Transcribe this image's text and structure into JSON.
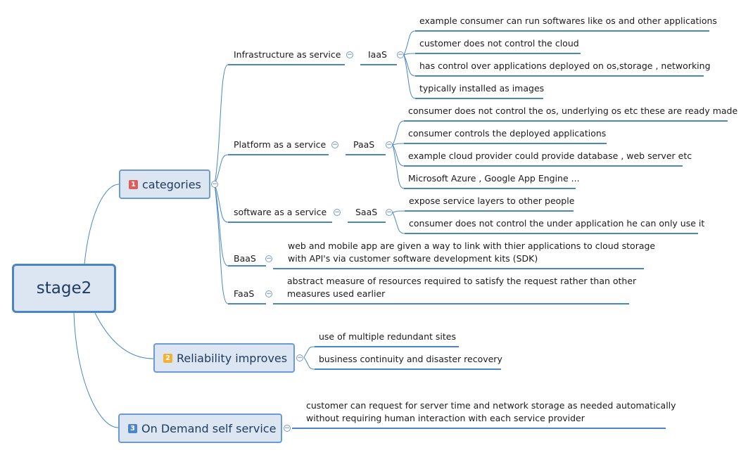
{
  "root": {
    "label": "stage2"
  },
  "colors": {
    "branch": "#4a86c5",
    "badge1": "#e15b5b",
    "badge2": "#f2b134",
    "badge3": "#4a86c5",
    "collapse": "⊖"
  },
  "topics": {
    "categories": {
      "badge": "1",
      "label": "categories",
      "iaas": {
        "label": "Infrastructure as service",
        "abbr": "IaaS",
        "items": [
          "example consumer can run softwares like os and other applications",
          "customer does not control the cloud",
          "has control over applications deployed on os,storage , networking",
          "typically installed as images"
        ]
      },
      "paas": {
        "label": "Platform as a service",
        "abbr": "PaaS",
        "items": [
          "consumer does not control the os, underlying os etc these are ready made",
          "consumer controls the deployed applications",
          "example cloud provider could provide database , web server etc",
          "Microsoft Azure , Google App Engine ..."
        ]
      },
      "saas": {
        "label": "software as a  service",
        "abbr": "SaaS",
        "items": [
          "expose service layers to other people",
          "consumer does not control the under application he can only use it"
        ]
      },
      "baas": {
        "label": "BaaS",
        "items": [
          "web and mobile app are given a way to link with thier applications to cloud storage",
          "with API's via customer software development kits (SDK)"
        ]
      },
      "faas": {
        "label": "FaaS",
        "items": [
          "abstract measure of resources required to satisfy the request rather than other",
          "measures used earlier"
        ]
      }
    },
    "reliability": {
      "badge": "2",
      "label": "Reliability improves",
      "items": [
        "use of multiple redundant sites",
        "business continuity and disaster recovery"
      ]
    },
    "ondemand": {
      "badge": "3",
      "label": "On Demand self service",
      "items": [
        "customer can request for server time and network storage as needed automatically",
        "without requiring human interaction with each service provider"
      ]
    }
  }
}
